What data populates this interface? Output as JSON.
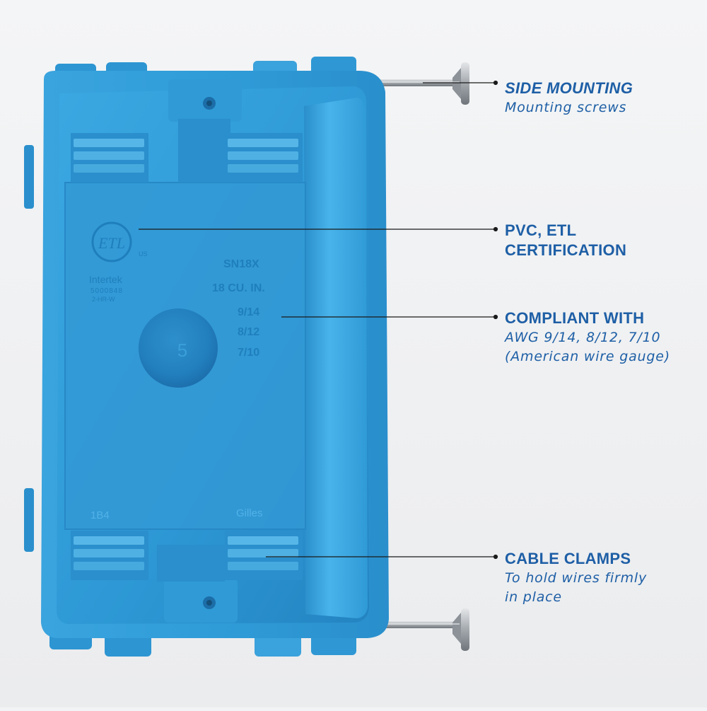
{
  "product": {
    "stamp": {
      "model": "SN18X",
      "capacity": "18 CU. IN.",
      "gauges": [
        "9/14",
        "8/12",
        "7/10"
      ],
      "cert_mark": "ETL",
      "cert_us": "US",
      "cert_lab": "Intertek",
      "cert_number": "5000848",
      "cert_code": "2-HR-W",
      "bottom_left_mark": "1B4",
      "bottom_right_mark": "Gilles",
      "knockout_mark": "5"
    },
    "colors": {
      "box": "#2a9ad6",
      "box_dark": "#1b78b4",
      "box_light": "#5cbaea",
      "accent_text": "#1e5fa6",
      "background": "#f2f3f4"
    }
  },
  "callouts": {
    "side_mounting": {
      "title": "SIDE MOUNTING",
      "desc": "Mounting screws"
    },
    "certification": {
      "title_line1": "PVC, ETL",
      "title_line2": "CERTIFICATION"
    },
    "compliance": {
      "title": "COMPLIANT WITH",
      "desc_line1": "AWG 9/14, 8/12, 7/10",
      "desc_line2": "(American wire gauge)"
    },
    "cable_clamps": {
      "title": "CABLE CLAMPS",
      "desc_line1": "To hold wires firmly",
      "desc_line2": "in place"
    }
  }
}
